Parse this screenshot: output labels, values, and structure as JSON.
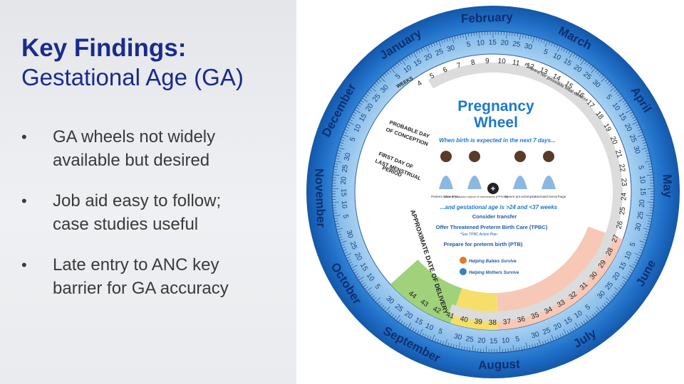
{
  "title": {
    "line1": "Key Findings:",
    "line2": "Gestational Age (GA)"
  },
  "bullets": [
    {
      "line1": "GA wheels not widely",
      "line2": "available but desired"
    },
    {
      "line1": "Job aid easy to follow;",
      "line2": "case studies useful"
    },
    {
      "line1": "Late entry to ANC key",
      "line2": "barrier for GA accuracy"
    }
  ],
  "bullet_glyph": "•",
  "wheel": {
    "title_line1": "Pregnancy",
    "title_line2": "Wheel",
    "months": [
      "January",
      "February",
      "March",
      "April",
      "May",
      "June",
      "July",
      "August",
      "September",
      "October",
      "November",
      "December"
    ],
    "weeks_label": "WEEKS",
    "conception_label_1": "PROBABLE DAY",
    "conception_label_2": "OF CONCEPTION",
    "lmp_label_1": "FIRST DAY OF",
    "lmp_label_2": "LAST MENSTRUAL",
    "lmp_label_3": "PERIOD",
    "fetal_demise": "Prepare for possible fetal demise",
    "birth_expected": "When birth is expected in the next 7 days...",
    "conditions": [
      "Preterm labor (PTL)",
      "Preterm pre-labor rupture of membranes (PPROM)",
      "Severe pre-eclampsia",
      "Antenatal hemorrhage"
    ],
    "gestational": "...and gestational age is >24 and <37 weeks",
    "action1": "Consider transfer",
    "action2": "Offer Threatened Preterm Birth Care (TPBC)",
    "action2_note": "*See TPBC Action Plan",
    "action3": "Prepare for preterm birth (PTB)",
    "delivery_label": "APPROXIMATE DATE OF DELIVERY",
    "logo1": "Helping Babies Survive",
    "logo2": "Helping Mothers Survive",
    "plus": "+",
    "week_numbers": [
      "4",
      "5",
      "6",
      "7",
      "8",
      "9",
      "10",
      "11",
      "12",
      "13",
      "14",
      "15",
      "16",
      "17",
      "18",
      "19",
      "20",
      "21",
      "22",
      "23",
      "24",
      "25",
      "26",
      "27",
      "28",
      "29",
      "30",
      "31",
      "32",
      "33",
      "34",
      "35",
      "36",
      "37",
      "38",
      "39",
      "40",
      "41",
      "42",
      "43",
      "44"
    ]
  },
  "colors": {
    "title": "#1b2b8c",
    "wheel_blue": "#1f6fc8",
    "wheel_light": "#8fc4ee",
    "green": "#9fd27a",
    "pink": "#f6c2ad",
    "yellow": "#f5df6a"
  }
}
